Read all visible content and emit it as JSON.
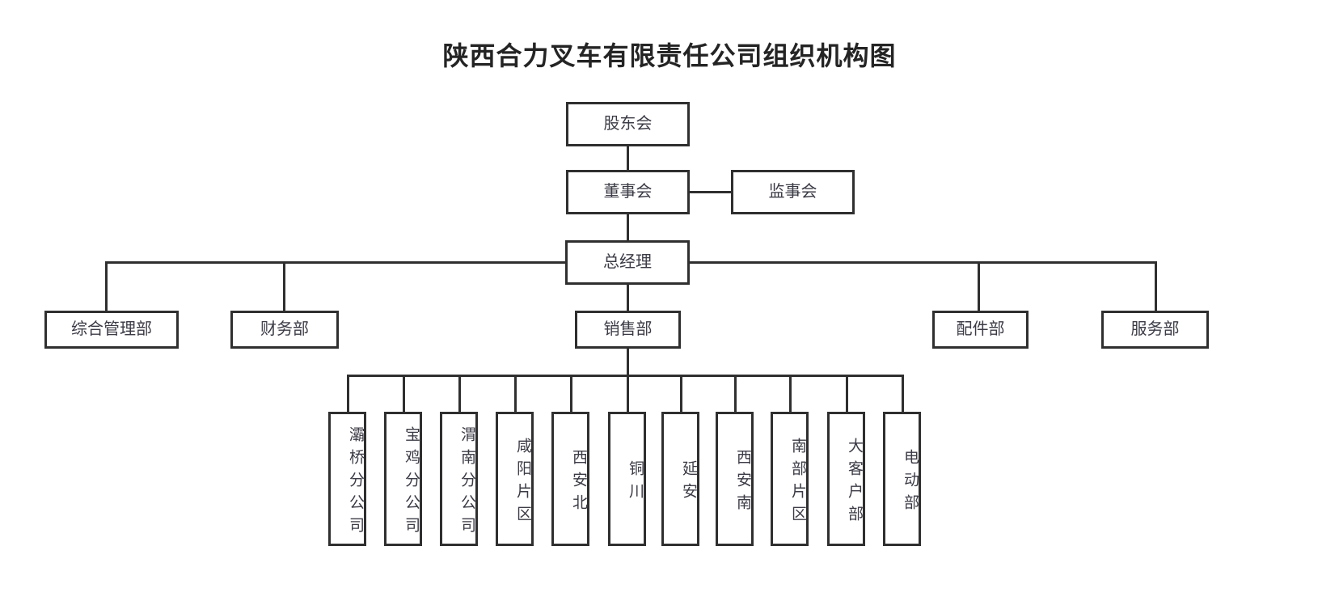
{
  "chart_data": {
    "type": "diagram",
    "title": "陕西合力叉车有限责任公司组织机构图",
    "diagram_kind": "organization-chart",
    "levels": [
      {
        "level": 1,
        "nodes": [
          "股东会"
        ]
      },
      {
        "level": 2,
        "nodes": [
          "董事会",
          "监事会"
        ]
      },
      {
        "level": 3,
        "nodes": [
          "总经理"
        ]
      },
      {
        "level": 4,
        "nodes": [
          "综合管理部",
          "财务部",
          "销售部",
          "配件部",
          "服务部"
        ]
      },
      {
        "level": 5,
        "nodes": [
          "灞桥分公司",
          "宝鸡分公司",
          "渭南分公司",
          "咸阳片区",
          "西安北",
          "铜川",
          "延安",
          "西安南",
          "南部片区",
          "大客户部",
          "电动部"
        ]
      }
    ],
    "edges": [
      {
        "from": "股东会",
        "to": "董事会"
      },
      {
        "from": "董事会",
        "to": "监事会"
      },
      {
        "from": "董事会",
        "to": "总经理"
      },
      {
        "from": "总经理",
        "to": "综合管理部"
      },
      {
        "from": "总经理",
        "to": "财务部"
      },
      {
        "from": "总经理",
        "to": "销售部"
      },
      {
        "from": "总经理",
        "to": "配件部"
      },
      {
        "from": "总经理",
        "to": "服务部"
      },
      {
        "from": "销售部",
        "to": "灞桥分公司"
      },
      {
        "from": "销售部",
        "to": "宝鸡分公司"
      },
      {
        "from": "销售部",
        "to": "渭南分公司"
      },
      {
        "from": "销售部",
        "to": "咸阳片区"
      },
      {
        "from": "销售部",
        "to": "西安北"
      },
      {
        "from": "销售部",
        "to": "铜川"
      },
      {
        "from": "销售部",
        "to": "延安"
      },
      {
        "from": "销售部",
        "to": "西安南"
      },
      {
        "from": "销售部",
        "to": "南部片区"
      },
      {
        "from": "销售部",
        "to": "大客户部"
      },
      {
        "from": "销售部",
        "to": "电动部"
      }
    ],
    "colors": {
      "background": "#ffffff",
      "box_border": "#2f2f2f",
      "connector": "#2f2f2f",
      "title_text": "#242424",
      "node_text": "#3b3b46"
    }
  },
  "title": "陕西合力叉车有限责任公司组织机构图",
  "nodes": {
    "shareholders": "股东会",
    "board": "董事会",
    "supervisors": "监事会",
    "general_manager": "总经理",
    "dept_admin": "综合管理部",
    "dept_finance": "财务部",
    "dept_sales": "销售部",
    "dept_parts": "配件部",
    "dept_service": "服务部"
  },
  "sales_branches": [
    {
      "label": "灞桥分公司"
    },
    {
      "label": "宝鸡分公司"
    },
    {
      "label": "渭南分公司"
    },
    {
      "label": "咸阳片区"
    },
    {
      "label": "西安北"
    },
    {
      "label": "铜川"
    },
    {
      "label": "延安"
    },
    {
      "label": "西安南"
    },
    {
      "label": "南部片区"
    },
    {
      "label": "大客户部"
    },
    {
      "label": "电动部"
    }
  ]
}
